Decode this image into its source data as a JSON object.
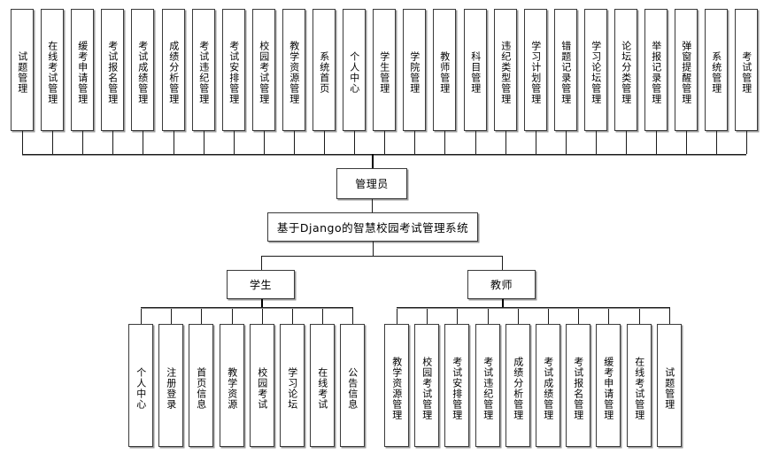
{
  "diagram": {
    "type": "functional-structure-tree",
    "root": {
      "label": "基于Django的智慧校园考试管理系统"
    },
    "roles": {
      "admin": "管理员",
      "student": "学生",
      "teacher": "教师"
    },
    "admin_modules": [
      "试题管理",
      "在线考试管理",
      "缓考申请管理",
      "考试报名管理",
      "考试成绩管理",
      "成绩分析管理",
      "考试违纪管理",
      "考试安排管理",
      "校园考试管理",
      "教学资源管理",
      "系统首页",
      "个人中心",
      "学生管理",
      "学院管理",
      "教师管理",
      "科目管理",
      "违纪类型管理",
      "学习计划管理",
      "错题记录管理",
      "学习论坛管理",
      "论坛分类管理",
      "举报记录管理",
      "弹窗提醒管理",
      "系统管理",
      "考试管理"
    ],
    "student_modules": [
      "个人中心",
      "注册登录",
      "首页信息",
      "教学资源",
      "校园考试",
      "学习论坛",
      "在线考试",
      "公告信息"
    ],
    "teacher_modules": [
      "教学资源管理",
      "校园考试管理",
      "考试安排管理",
      "考试违纪管理",
      "成绩分析管理",
      "考试成绩管理",
      "考试报名管理",
      "缓考申请管理",
      "在线考试管理",
      "试题管理"
    ],
    "colors": {
      "box_border": "#3a3a3a",
      "box_shadow": "#9a9a9a",
      "connector": "#1b1b1b",
      "background": "#ffffff"
    }
  }
}
